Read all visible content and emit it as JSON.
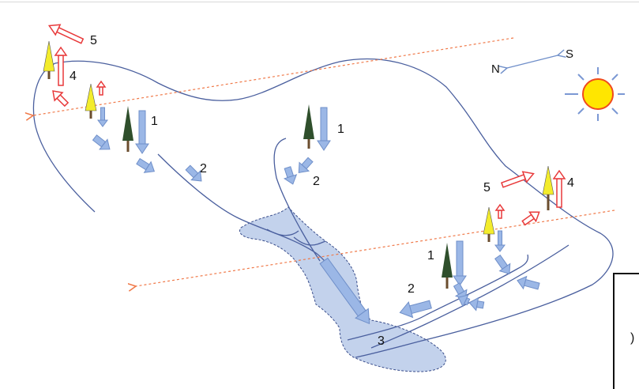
{
  "compass": {
    "north": "N",
    "south": "S"
  },
  "labels": {
    "left_5": "5",
    "left_4": "4",
    "left_1": "1",
    "left_2": "2",
    "mid_1": "1",
    "mid_2": "2",
    "right_5": "5",
    "right_4": "4",
    "right_1": "1",
    "right_2": "2",
    "bottom_3": "3"
  },
  "corner": {
    "glyph": ")"
  },
  "colors": {
    "blue_arrow": "#9bb7e6",
    "blue_outline": "#6f8fc9",
    "red_arrow": "#e8393a",
    "orange_line": "#f07a4a",
    "terrain_line": "#4a5f9e",
    "lake_fill": "#c3d2ec",
    "sun_fill": "#ffe600",
    "sun_ring": "#f04a1e",
    "sun_rays": "#7b98d4",
    "dark_tree": "#2f4f2c",
    "yellow_tree": "#f3ec2c"
  }
}
